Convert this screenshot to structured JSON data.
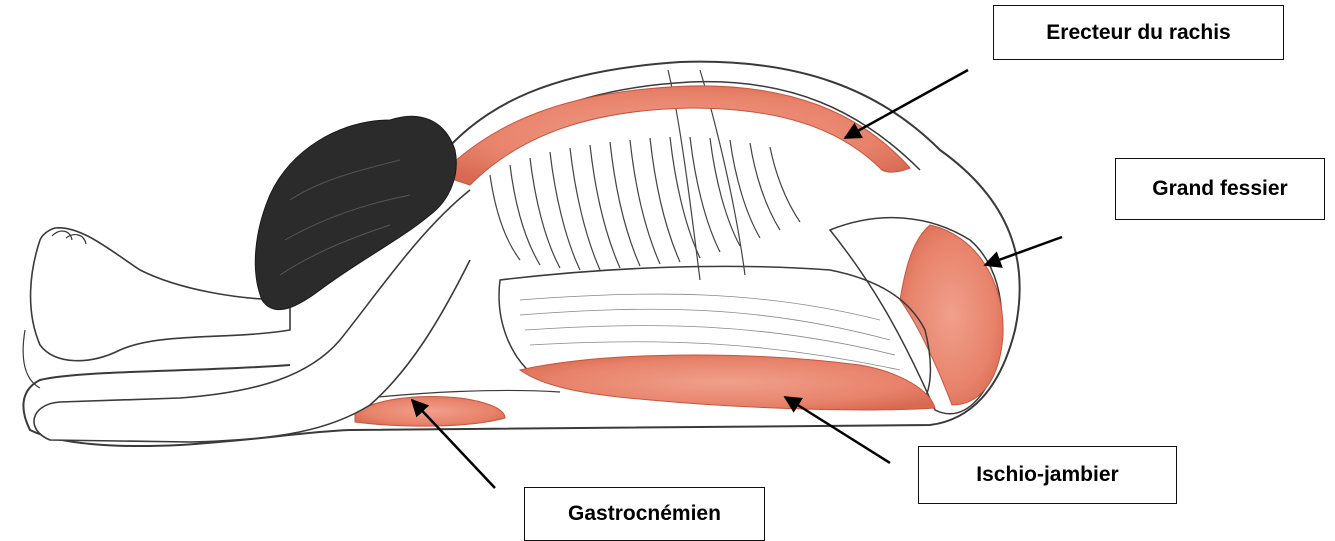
{
  "colors": {
    "muscle": "#e8826a",
    "muscle_dark": "#c9553e",
    "outline": "#3a3a3a",
    "hair": "#2b2b2b",
    "arrow": "#000000",
    "background": "#ffffff"
  },
  "labels": {
    "erector": "Erecteur du rachis",
    "glute": "Grand fessier",
    "hamstring": "Ischio-jambier",
    "gastrocnemius": "Gastrocnémien"
  }
}
